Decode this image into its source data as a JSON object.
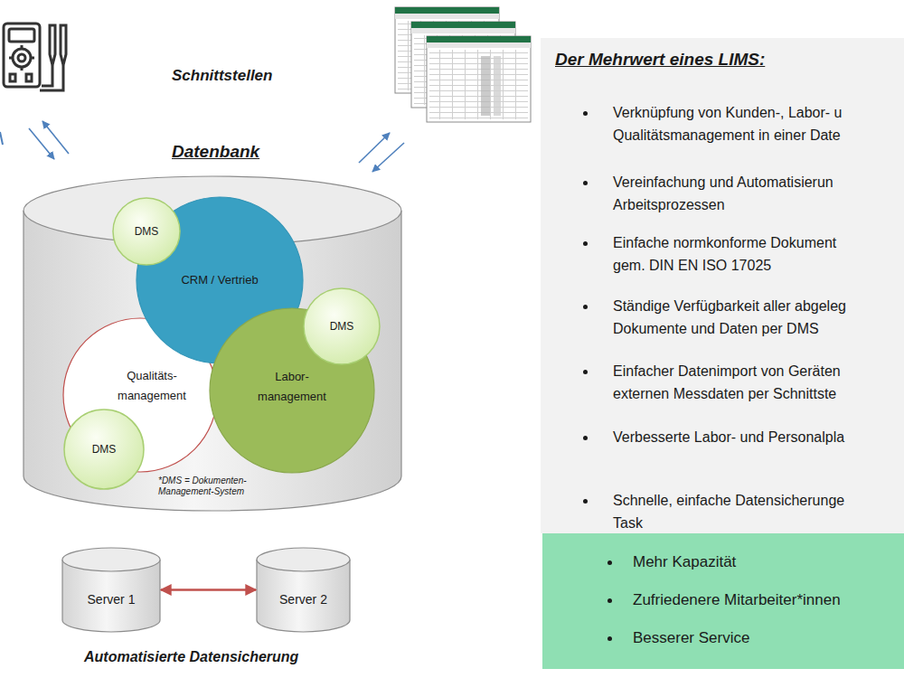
{
  "diagram": {
    "nodes": [
      {
        "text": [
          "Datenbank",
          "*DMS = Dokumenten-Management-System"
        ]
      },
      {
        "text": [
          "DMS"
        ],
        "in": 0
      },
      {
        "text": [
          "CRM / Vertrieb"
        ],
        "in": 0
      },
      {
        "text": [
          "DMS"
        ],
        "in": 0
      },
      {
        "text": [
          "Qualitäts- management"
        ],
        "in": 0
      },
      {
        "text": [
          "Labor- management"
        ],
        "in": 0
      },
      {
        "text": [
          "DMS"
        ],
        "in": 0
      },
      {
        "text": [
          "Server 1"
        ]
      },
      {
        "text": [
          "Server 2"
        ]
      },
      {
        "text": [
          "Der Mehrwert eines LIMS:",
          "Verknüpfung von Kunden-, Labor- u Qualitätsmanagement in einer Date",
          "Vereinfachung und Automatisierun Arbeitsprozessen",
          "Einfache normkonforme Dokument gem. DIN EN ISO 17025",
          "Ständige Verfügbarkeit aller abgeleg Dokumente und Daten per DMS",
          "Einfacher Datenimport von Geräten externen Messdaten per Schnittste",
          "Verbesserte Labor- und Personalpla",
          "Schnelle, einfache Datensicherunge Task"
        ]
      },
      {
        "text": [
          "Mehr Kapazität",
          "Zufriedenere Mitarbeiter*innen",
          "Besserer Service"
        ]
      }
    ],
    "edges": [
      {
        "from": 7,
        "to": 8,
        "arrow": "both"
      }
    ],
    "labels": [
      "Schnittstellen",
      "Automatisierte Datensicherung"
    ]
  }
}
